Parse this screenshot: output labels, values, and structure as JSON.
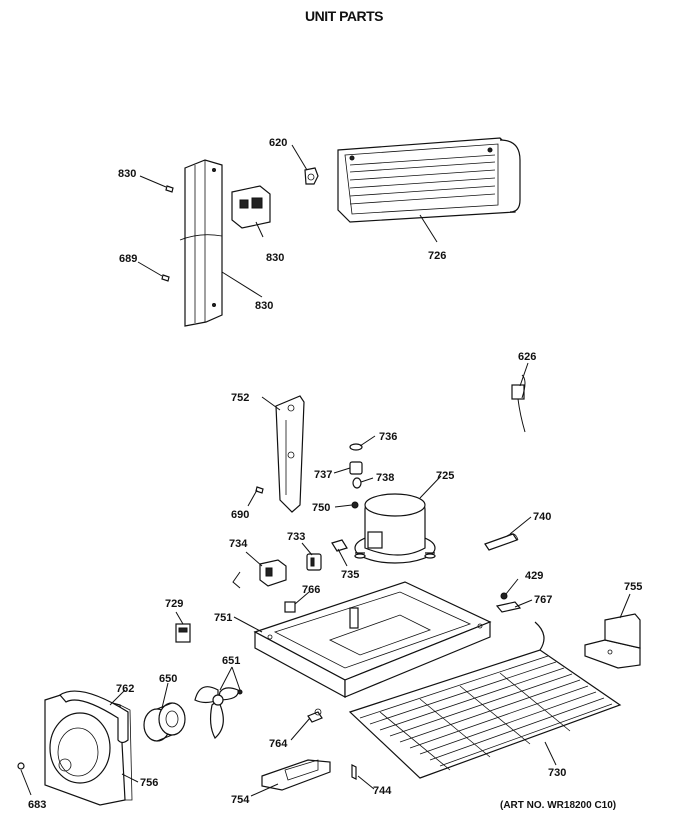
{
  "title": "UNIT PARTS",
  "art_number": "(ART NO. WR18200 C10)",
  "labels": {
    "p620": "620",
    "p726": "726",
    "p830a": "830",
    "p830b": "830",
    "p830c": "830",
    "p689": "689",
    "p626": "626",
    "p752": "752",
    "p736": "736",
    "p737": "737",
    "p738": "738",
    "p725": "725",
    "p690": "690",
    "p750": "750",
    "p740": "740",
    "p734": "734",
    "p733": "733",
    "p735": "735",
    "p766": "766",
    "p429": "429",
    "p755": "755",
    "p729": "729",
    "p751": "751",
    "p767": "767",
    "p762": "762",
    "p650": "650",
    "p651": "651",
    "p764": "764",
    "p730": "730",
    "p683": "683",
    "p756": "756",
    "p754": "754",
    "p744": "744"
  }
}
